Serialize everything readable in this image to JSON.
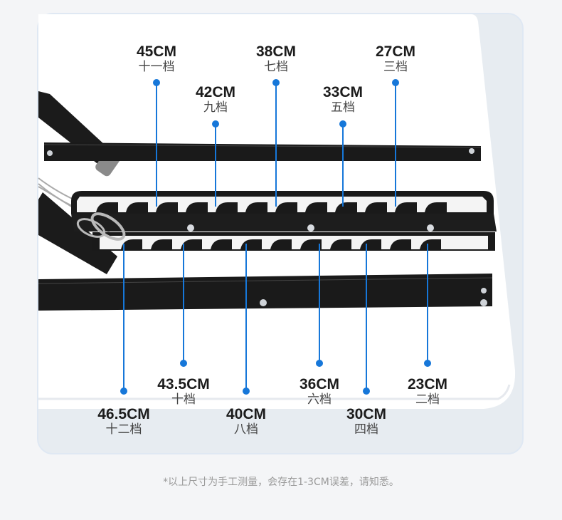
{
  "labels": [
    {
      "id": "g11",
      "cm": "45CM",
      "gear": "十一档"
    },
    {
      "id": "g9",
      "cm": "42CM",
      "gear": "九档"
    },
    {
      "id": "g7",
      "cm": "38CM",
      "gear": "七档"
    },
    {
      "id": "g5",
      "cm": "33CM",
      "gear": "五档"
    },
    {
      "id": "g3",
      "cm": "27CM",
      "gear": "三档"
    },
    {
      "id": "g10",
      "cm": "43.5CM",
      "gear": "十档"
    },
    {
      "id": "g6",
      "cm": "36CM",
      "gear": "六档"
    },
    {
      "id": "g2",
      "cm": "23CM",
      "gear": "二档"
    },
    {
      "id": "g12",
      "cm": "46.5CM",
      "gear": "十二档"
    },
    {
      "id": "g8",
      "cm": "40CM",
      "gear": "八档"
    },
    {
      "id": "g4",
      "cm": "30CM",
      "gear": "四档"
    }
  ],
  "footnote": "*以上尺寸为手工测量，会存在1-3CM误差，请知悉。",
  "colors": {
    "marker": "#1677d9",
    "bracket": "#151515",
    "panel": "#ffffff",
    "background": "#f4f5f7"
  }
}
